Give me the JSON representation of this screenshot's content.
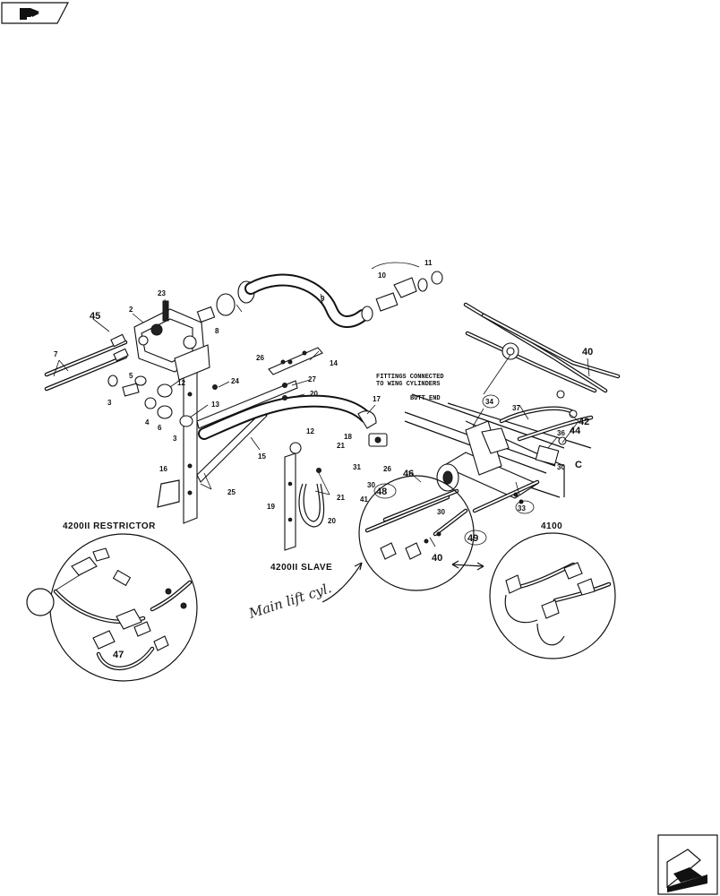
{
  "callouts": {
    "c2": "2",
    "c3a": "3",
    "c3b": "3",
    "c5": "5",
    "c6": "6",
    "c7": "7",
    "c8": "8",
    "c9": "9",
    "c10": "10",
    "c11": "11",
    "c12a": "12",
    "c12b": "12",
    "c13": "13",
    "c14": "14",
    "c15": "15",
    "c16": "16",
    "c17": "17",
    "c18": "18",
    "c19": "19",
    "c20a": "20",
    "c20b": "20",
    "c21a": "21",
    "c21b": "21",
    "c23": "23",
    "c24": "24",
    "c25": "25",
    "c26a": "26",
    "c26b": "26",
    "c27": "27",
    "c30a": "30",
    "c30b": "30",
    "c30c": "30",
    "c31": "31",
    "c33": "33",
    "c34": "34",
    "c36": "36",
    "c37": "37",
    "c40a": "40",
    "c40b": "40",
    "c41": "41",
    "c42": "42",
    "c44": "44",
    "c45": "45",
    "c46": "46",
    "c47": "47",
    "c48": "48",
    "c49": "49",
    "cC": "C",
    "cA": "4"
  },
  "labels": {
    "fittings_note_line1": "FITTINGS CONNECTED",
    "fittings_note_line2": "TO WING CYLINDERS",
    "butt_end": "BUTT END",
    "restrictor_title": "4200II RESTRICTOR",
    "slave_title": "4200II SLAVE",
    "detail_4100_title": "4100",
    "handwritten_note": "Main lift cyl."
  }
}
